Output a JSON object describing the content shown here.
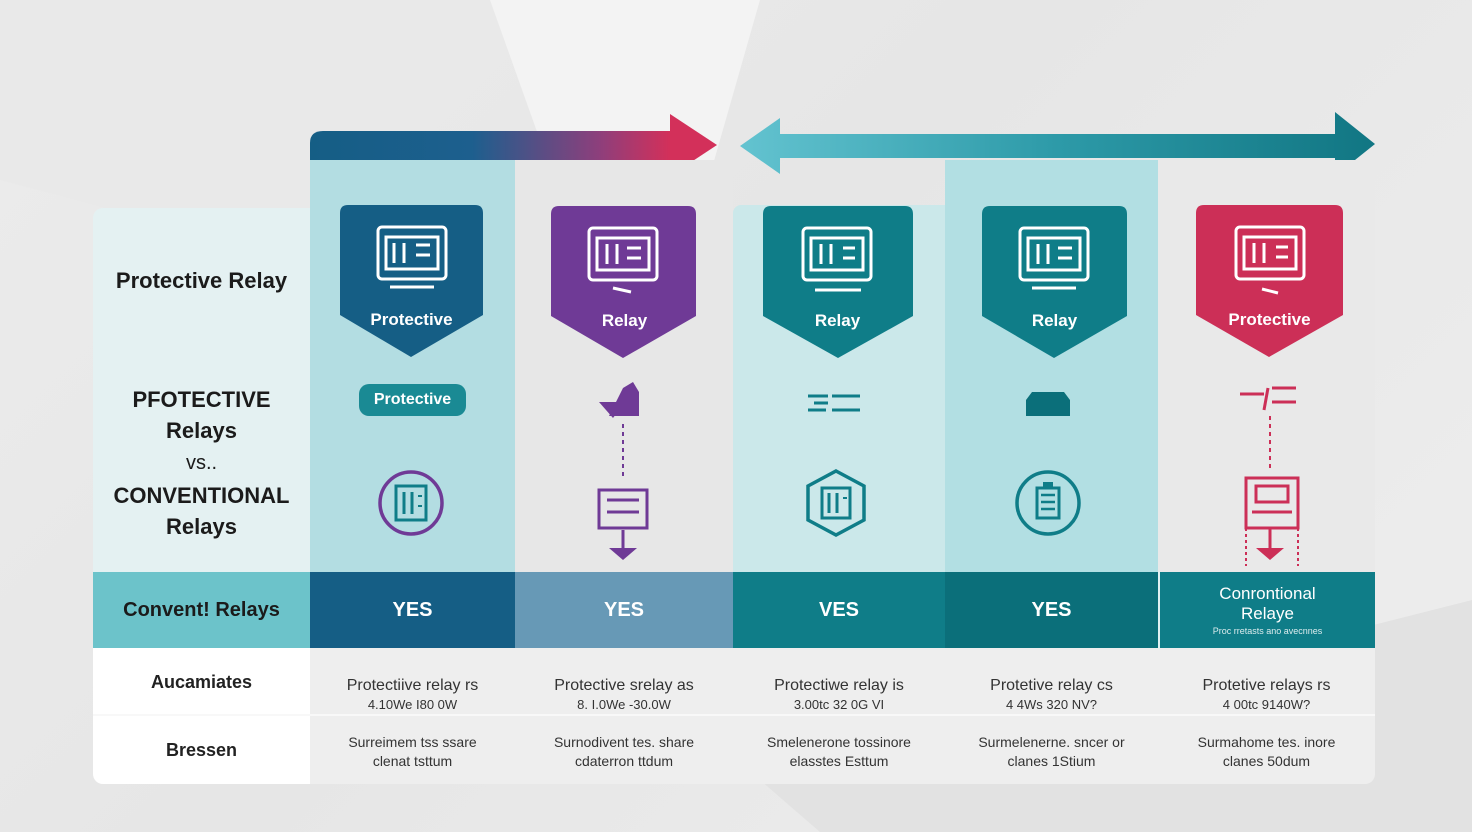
{
  "colors": {
    "navy": "#155e85",
    "purple": "#6f3a96",
    "teal": "#0f7d88",
    "teal_dark": "#0b6f7a",
    "crimson": "#cc2f57",
    "cyan": "#5fc0cc",
    "light_teal": "#bfe3e6"
  },
  "left_panel": {
    "title": "Protective Relay",
    "heading_line1": "PFOTECTIVE",
    "heading_line2": "Relays",
    "heading_vs": "vs..",
    "heading_line3": "CONVENTIONAL",
    "heading_line4": "Relays"
  },
  "columns": [
    {
      "shield_label": "Protective",
      "color": "navy",
      "icon": "relay-panel-icon",
      "band": "YES",
      "row1_line1": "Protectiive relay rs",
      "row1_line2": "4.10We I80 0W",
      "row2_line1": "Surreimem tss ssare",
      "row2_line2": "clenat tsttum"
    },
    {
      "shield_label": "Relay",
      "color": "purple",
      "icon": "relay-panel-icon",
      "band": "YES",
      "row1_line1": "Protective srelay as",
      "row1_line2": "8. I.0We -30.0W",
      "row2_line1": "Surnodivent tes. share",
      "row2_line2": "cdaterron ttdum"
    },
    {
      "shield_label": "Relay",
      "color": "teal",
      "icon": "relay-panel-icon",
      "band": "VES",
      "row1_line1": "Protectiwe relay is",
      "row1_line2": "3.00tc 32 0G VI",
      "row2_line1": "Smelenerone tossinore",
      "row2_line2": "elasstes Esttum"
    },
    {
      "shield_label": "Relay",
      "color": "teal",
      "icon": "relay-panel-icon",
      "band": "YES",
      "row1_line1": "Protetive relay cs",
      "row1_line2": "4 4Ws 320 NV?",
      "row2_line1": "Surmelenerne. sncer or",
      "row2_line2": "clanes 1Stium"
    },
    {
      "shield_label": "Protective",
      "color": "crimson",
      "icon": "relay-panel-icon",
      "band": "Conrontional",
      "band_line2": "Relaye",
      "band_small": "Proc rretasts ano avecnnes",
      "row1_line1": "Protetive relays rs",
      "row1_line2": "4 00tc 9140W?",
      "row2_line1": "Surmahome tes. inore",
      "row2_line2": "clanes 50dum"
    }
  ],
  "pill_label": "Protective",
  "band_left": "Convent! Relays",
  "rows": {
    "row1_label": "Aucamiates",
    "row2_label": "Bressen"
  }
}
